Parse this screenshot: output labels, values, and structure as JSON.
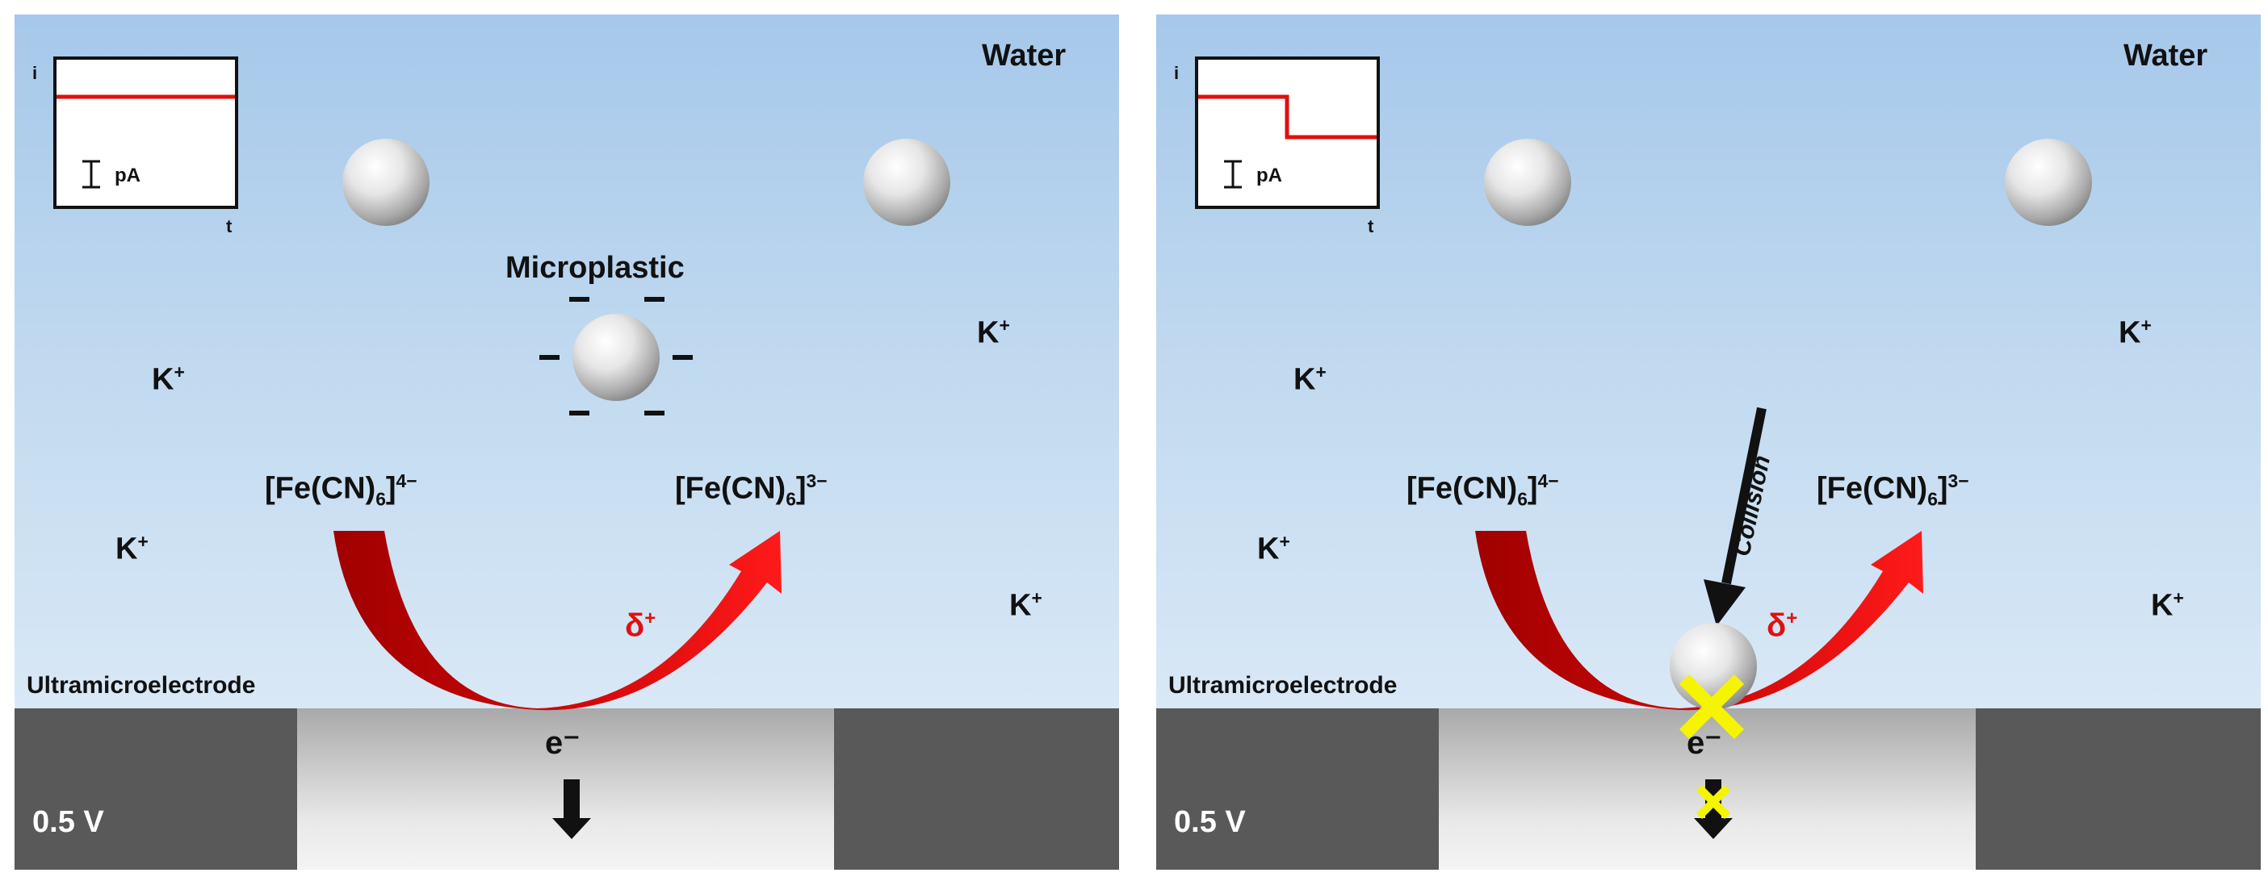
{
  "panels": [
    {
      "solvent": "Water",
      "particle_label": "Microplastic",
      "cation": "K",
      "cation_charge": "+",
      "reactant": {
        "main": "[Fe(CN)",
        "sub": "6",
        "close": "]",
        "charge": "4−"
      },
      "product": {
        "main": "[Fe(CN)",
        "sub": "6",
        "close": "]",
        "charge": "3−"
      },
      "delta": "δ",
      "delta_charge": "+",
      "electrode_label": "Ultramicroelectrode",
      "potential": "0.5 V",
      "electron": "e⁻",
      "inset": {
        "y_axis": "i",
        "x_axis": "t",
        "scale": "pA",
        "trace": "constant"
      }
    },
    {
      "solvent": "Water",
      "cation": "K",
      "cation_charge": "+",
      "reactant": {
        "main": "[Fe(CN)",
        "sub": "6",
        "close": "]",
        "charge": "4−"
      },
      "product": {
        "main": "[Fe(CN)",
        "sub": "6",
        "close": "]",
        "charge": "3−"
      },
      "delta": "δ",
      "delta_charge": "+",
      "collision": "Collision",
      "electrode_label": "Ultramicroelectrode",
      "potential": "0.5 V",
      "electron": "e⁻",
      "inset": {
        "y_axis": "i",
        "x_axis": "t",
        "scale": "pA",
        "trace": "step-down"
      }
    }
  ],
  "colors": {
    "arrow_red": "#e01010",
    "arrow_dark_red": "#a00000",
    "block_cross": "#f5f500",
    "electrode_dark": "#595959",
    "water_top": "#a6c8ea"
  }
}
